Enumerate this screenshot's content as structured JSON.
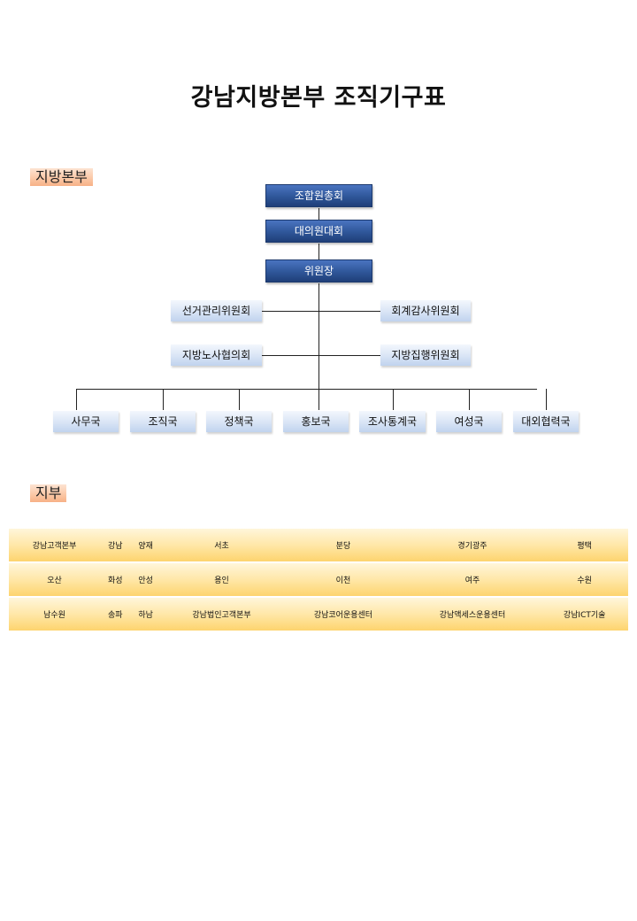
{
  "title": "강남지방본부 조직기구표",
  "sections": {
    "regional": "지방본부",
    "branch": "지부"
  },
  "top_chain": [
    "조합원총회",
    "대의원대회",
    "위원장"
  ],
  "committees": {
    "left": [
      "선거관리위원회",
      "지방노사협의회"
    ],
    "right": [
      "회계감사위원회",
      "지방집행위원회"
    ]
  },
  "departments": [
    "사무국",
    "조직국",
    "정책국",
    "홍보국",
    "조사통계국",
    "여성국",
    "대외협력국"
  ],
  "branches": [
    [
      "강남고객본부",
      "강남",
      "양재",
      "서초",
      "분당",
      "경기광주",
      "평택"
    ],
    [
      "오산",
      "화성",
      "안성",
      "용인",
      "이천",
      "여주",
      "수원"
    ],
    [
      "남수원",
      "송파",
      "하남",
      "강남법인고객본부",
      "강남코어운용센터",
      "강남액세스운용센터",
      "강남ICT기술"
    ]
  ],
  "colors": {
    "top_box": "#2f5699",
    "light_box": "#dbe6f6",
    "section_label": "#fbc9a8",
    "branch_row": "#ffe7a8"
  }
}
